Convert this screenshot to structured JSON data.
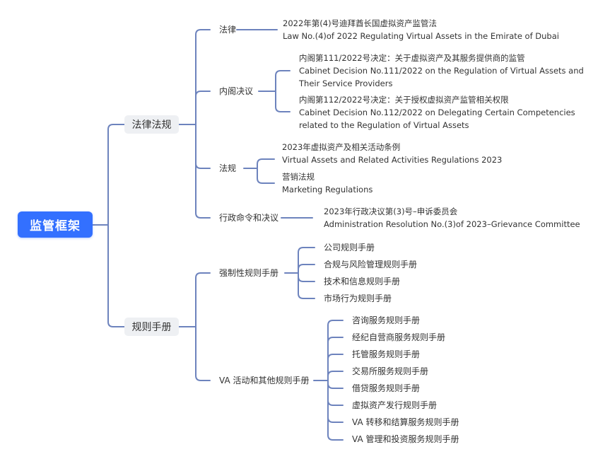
{
  "root": {
    "label": "监管框架",
    "color": "#3370ff"
  },
  "branches": [
    {
      "label": "法律法规",
      "children": [
        {
          "label": "法律",
          "items": [
            {
              "zh": "2022年第(4)号迪拜酋长国虚拟资产监管法",
              "en": "Law No.(4)of 2022 Regulating Virtual Assets in the Emirate of Dubai"
            }
          ]
        },
        {
          "label": "内阁决议",
          "items": [
            {
              "zh": "内阁第111/2022号决定：关于虚拟资产及其服务提供商的监管",
              "en": "Cabinet Decision No.111/2022 on the Regulation of Virtual Assets and",
              "en2": "Their Service Providers"
            },
            {
              "zh": "内阁第112/2022号决定：关于授权虚拟资产监管相关权限",
              "en": "Cabinet Decision No.112/2022 on Delegating Certain Competencies",
              "en2": "related to the Regulation of Virtual Assets"
            }
          ]
        },
        {
          "label": "法规",
          "items": [
            {
              "zh": "2023年虚拟资产及相关活动条例",
              "en": "Virtual Assets and Related Activities Regulations 2023"
            },
            {
              "zh": "营销法规",
              "en": "Marketing Regulations"
            }
          ]
        },
        {
          "label": "行政命令和决议",
          "items": [
            {
              "zh": "2023年行政决议第(3)号–申诉委员会",
              "en": "Administration Resolution No.(3)of 2023–Grievance Committee"
            }
          ]
        }
      ]
    },
    {
      "label": "规则手册",
      "children": [
        {
          "label": "强制性规则手册",
          "items": [
            "公司规则手册",
            "合规与风险管理规则手册",
            "技术和信息规则手册",
            "市场行为规则手册"
          ]
        },
        {
          "label": "VA 活动和其他规则手册",
          "items": [
            "咨询服务规则手册",
            "经纪自营商服务规则手册",
            "托管服务规则手册",
            "交易所服务规则手册",
            "借贷服务规则手册",
            "虚拟资产发行规则手册",
            "VA 转移和结算服务规则手册",
            "VA 管理和投资服务规则手册"
          ]
        }
      ]
    }
  ],
  "line_color": "#6d83bd"
}
